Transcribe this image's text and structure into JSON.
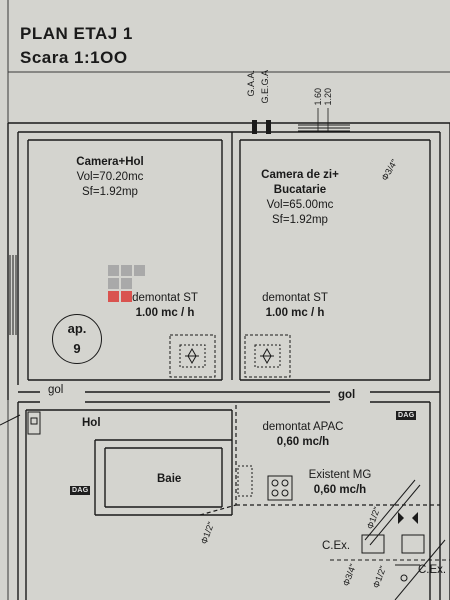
{
  "title": {
    "line1": "PLAN ETAJ 1",
    "line2": "Scara 1:1OO"
  },
  "rooms": {
    "camera_hol": {
      "name": "Camera+Hol",
      "volume": "Vol=70.20mc",
      "surface": "Sf=1.92mp"
    },
    "camera_zi": {
      "name_line1": "Camera de zi+",
      "name_line2": "Bucatarie",
      "volume": "Vol=65.00mc",
      "surface": "Sf=1.92mp"
    },
    "hol": {
      "name": "Hol"
    },
    "baie": {
      "name": "Baie"
    }
  },
  "equipment": {
    "demontat_st_left": {
      "label": "demontat ST",
      "rate": "1.00 mc / h"
    },
    "demontat_st_right": {
      "label": "demontat ST",
      "rate": "1.00 mc / h"
    },
    "demontat_apac": {
      "label": "demontat APAC",
      "rate": "0,60 mc/h"
    },
    "existent_mg": {
      "label": "Existent MG",
      "rate": "0,60 mc/h"
    }
  },
  "apartment": {
    "line1": "ap.",
    "line2": "9"
  },
  "labels": {
    "gol_left": "gol",
    "gol_right": "gol",
    "gaa": "G.A.A.",
    "gega": "G.E.G.A",
    "dim_160": "1.60",
    "dim_120": "1.20",
    "pipe_top": "Φ3/4\"",
    "pipe_half": "Φ1/2\"",
    "pipe_bottom_1": "Φ3/4\"",
    "pipe_bottom_2": "Φ1/2\"",
    "pipe_diag": "Φ1/2\"",
    "cex_left": "C.Ex.",
    "cex_right": "C.Ex.",
    "dag_left": "DAG",
    "dag_right": "DAG"
  },
  "colors": {
    "paper": "#d4d4cf",
    "ink": "#1a1a1a",
    "watermark_red": "#d9534f",
    "watermark_gray": "#a9a9a9"
  }
}
